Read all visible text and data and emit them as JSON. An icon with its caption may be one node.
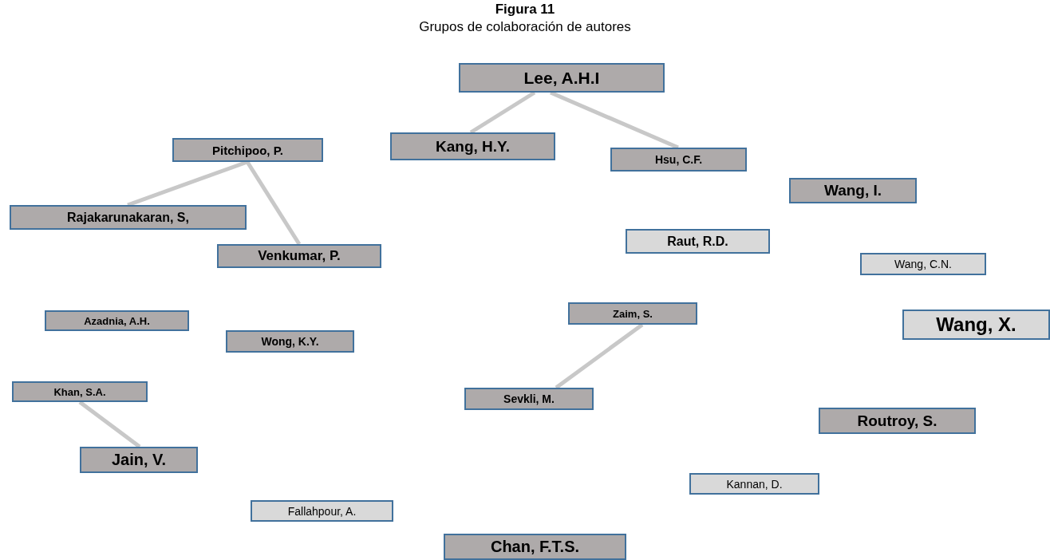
{
  "diagram": {
    "title": "Figura 11",
    "caption": "Grupos de colaboración de autores",
    "nodes": [
      {
        "text": [
          "Lee, A.H.I"
        ]
      },
      {
        "text": [
          "Kang, H.Y."
        ]
      },
      {
        "text": [
          "Hsu, C.F."
        ]
      },
      {
        "text": [
          "Pitchipoo, P."
        ]
      },
      {
        "text": [
          "Rajakarunakaran, S,"
        ]
      },
      {
        "text": [
          "Venkumar, P."
        ]
      },
      {
        "text": [
          "Wang, I."
        ]
      },
      {
        "text": [
          "Raut, R.D."
        ]
      },
      {
        "text": [
          "Wang, C.N."
        ]
      },
      {
        "text": [
          "Zaim, S."
        ]
      },
      {
        "text": [
          "Wang, X."
        ]
      },
      {
        "text": [
          "Azadnia, A.H."
        ]
      },
      {
        "text": [
          "Wong, K.Y."
        ]
      },
      {
        "text": [
          "Khan, S.A."
        ]
      },
      {
        "text": [
          "Sevkli, M."
        ]
      },
      {
        "text": [
          "Routroy, S."
        ]
      },
      {
        "text": [
          "Jain, V."
        ]
      },
      {
        "text": [
          "Kannan, D."
        ]
      },
      {
        "text": [
          "Fallahpour, A."
        ]
      },
      {
        "text": [
          "Chan, F.T.S."
        ]
      }
    ],
    "edges": [
      {
        "from": 0,
        "to": 1,
        "arrow": "none"
      },
      {
        "from": 0,
        "to": 2,
        "arrow": "none"
      },
      {
        "from": 3,
        "to": 4,
        "arrow": "none"
      },
      {
        "from": 3,
        "to": 5,
        "arrow": "none"
      },
      {
        "from": 9,
        "to": 14,
        "arrow": "none"
      },
      {
        "from": 13,
        "to": 16,
        "arrow": "none"
      }
    ]
  }
}
